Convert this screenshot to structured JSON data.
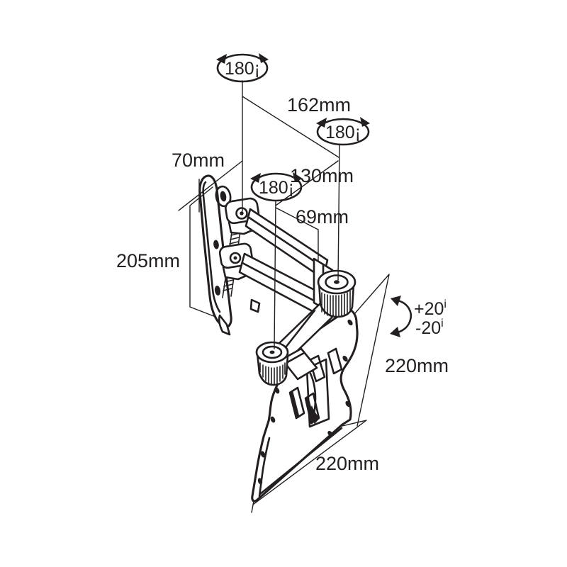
{
  "diagram": {
    "background": "#ffffff",
    "ink": "#231f20",
    "rotation_badges": [
      "180¡",
      "180¡",
      "180¡"
    ],
    "dimensions": {
      "arm_extension": "162mm",
      "wall_offset": "70mm",
      "front_arm": "130mm",
      "knob_offset": "69mm",
      "wall_plate_height": "205mm",
      "panel_height": "220mm",
      "panel_width": "220mm"
    },
    "tilt": {
      "up": "+20",
      "down": "-20",
      "degree_mark": "i"
    }
  }
}
